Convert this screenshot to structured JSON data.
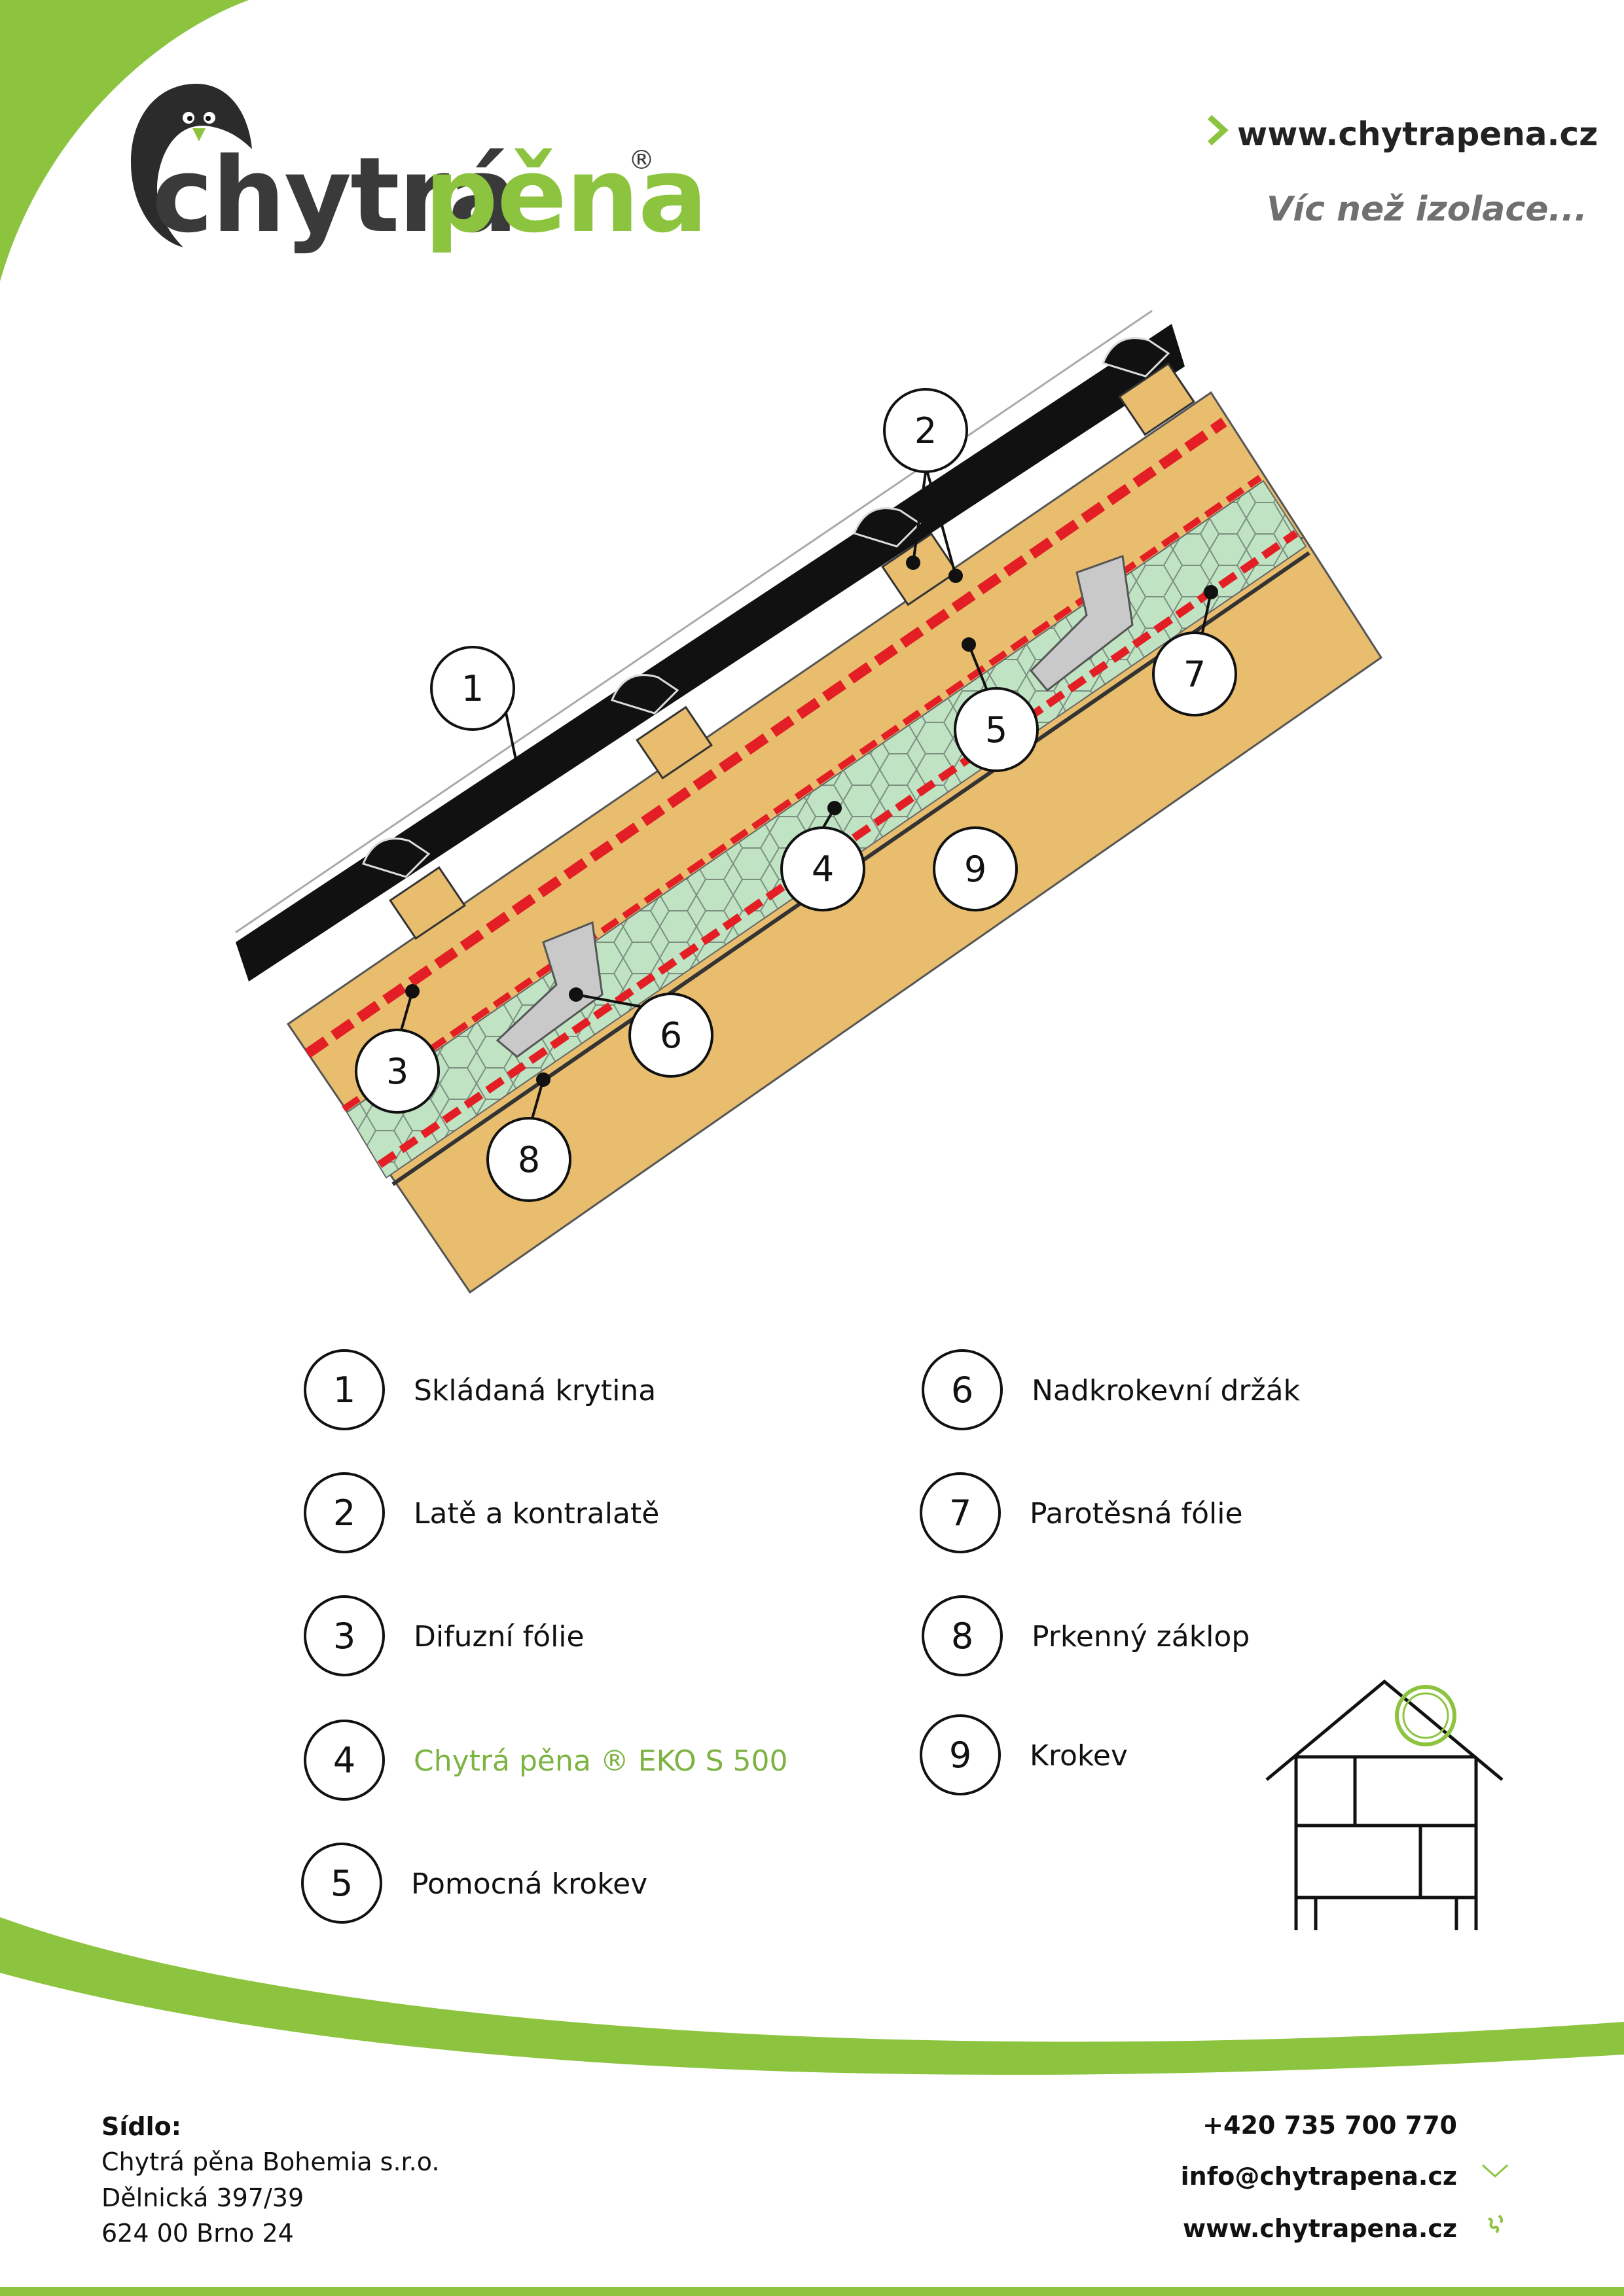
{
  "header": {
    "logo_word1": "chytrá",
    "logo_word2": "pěna",
    "logo_reg": "®",
    "website": "www.chytrapena.cz",
    "slogan": "Víc než izolace..."
  },
  "colors": {
    "brand_green": "#8cc43f",
    "dark_gray": "#3a3a3a",
    "timber": "#e8bd6e",
    "insulation": "#bfe3c3",
    "membrane_red": "#e31e24"
  },
  "diagram": {
    "callouts": [
      "1",
      "2",
      "3",
      "4",
      "5",
      "6",
      "7",
      "8",
      "9"
    ]
  },
  "legend": [
    {
      "num": "1",
      "label": "Skládaná krytina"
    },
    {
      "num": "2",
      "label": "Latě a kontralatě"
    },
    {
      "num": "3",
      "label": "Difuzní fólie"
    },
    {
      "num": "4",
      "label": "Chytrá pěna ® EKO S 500"
    },
    {
      "num": "5",
      "label": "Pomocná krokev"
    },
    {
      "num": "6",
      "label": "Nadkrokevní držák"
    },
    {
      "num": "7",
      "label": "Parotěsná fólie"
    },
    {
      "num": "8",
      "label": "Prkenný záklop"
    },
    {
      "num": "9",
      "label": "Krokev"
    }
  ],
  "footer": {
    "hq_label": "Sídlo:",
    "company": "Chytrá pěna Bohemia s.r.o.",
    "street": "Dělnická 397/39",
    "city": "624 00 Brno 24",
    "phone": "+420 735 700 770",
    "email": "info@chytrapena.cz",
    "website": "www.chytrapena.cz"
  },
  "icons": [
    "penguin-icon",
    "chevron-right-icon",
    "phone-icon",
    "envelope-icon",
    "globe-icon",
    "house-icon"
  ]
}
